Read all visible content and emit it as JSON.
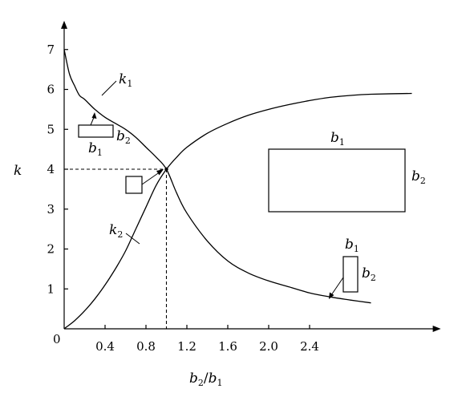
{
  "chart_data": {
    "type": "line",
    "title": "",
    "xlabel": {
      "base1": "b",
      "sub1": "2",
      "slash": "/",
      "base2": "b",
      "sub2": "1"
    },
    "ylabel": "k",
    "xlim": [
      0,
      3.15
    ],
    "ylim": [
      0,
      7.4
    ],
    "origin_label": "0",
    "x_ticks": [
      "0.4",
      "0.8",
      "1.2",
      "1.6",
      "2.0",
      "2.4"
    ],
    "y_ticks": [
      "1",
      "2",
      "3",
      "4",
      "5",
      "6",
      "7"
    ],
    "series": [
      {
        "name": "k1",
        "label": {
          "base": "k",
          "sub": "1"
        },
        "x": [
          0,
          0.05,
          0.1,
          0.15,
          0.2,
          0.3,
          0.4,
          0.5,
          0.6,
          0.7,
          0.8,
          0.9,
          1.0,
          1.1,
          1.2,
          1.4,
          1.6,
          1.8,
          2.0,
          2.2,
          2.4,
          2.6,
          2.8,
          3.0
        ],
        "y": [
          7.0,
          6.4,
          6.1,
          5.85,
          5.75,
          5.5,
          5.3,
          5.15,
          5.0,
          4.8,
          4.55,
          4.3,
          4.0,
          3.4,
          2.9,
          2.2,
          1.7,
          1.4,
          1.2,
          1.05,
          0.9,
          0.8,
          0.72,
          0.65
        ]
      },
      {
        "name": "k2",
        "label": {
          "base": "k",
          "sub": "2"
        },
        "x": [
          0,
          0.1,
          0.2,
          0.3,
          0.4,
          0.5,
          0.6,
          0.7,
          0.8,
          0.9,
          1.0,
          1.1,
          1.2,
          1.4,
          1.6,
          1.8,
          2.0,
          2.2,
          2.4,
          2.6,
          2.8,
          3.0,
          3.4
        ],
        "y": [
          0,
          0.2,
          0.45,
          0.75,
          1.1,
          1.5,
          1.95,
          2.5,
          3.05,
          3.6,
          4.0,
          4.3,
          4.55,
          4.9,
          5.15,
          5.35,
          5.5,
          5.62,
          5.72,
          5.8,
          5.85,
          5.88,
          5.9
        ]
      }
    ],
    "intersection": {
      "x": 1.0,
      "y": 4.0
    }
  },
  "insets": {
    "b1": {
      "base": "b",
      "sub": "1"
    },
    "b2": {
      "base": "b",
      "sub": "2"
    }
  }
}
